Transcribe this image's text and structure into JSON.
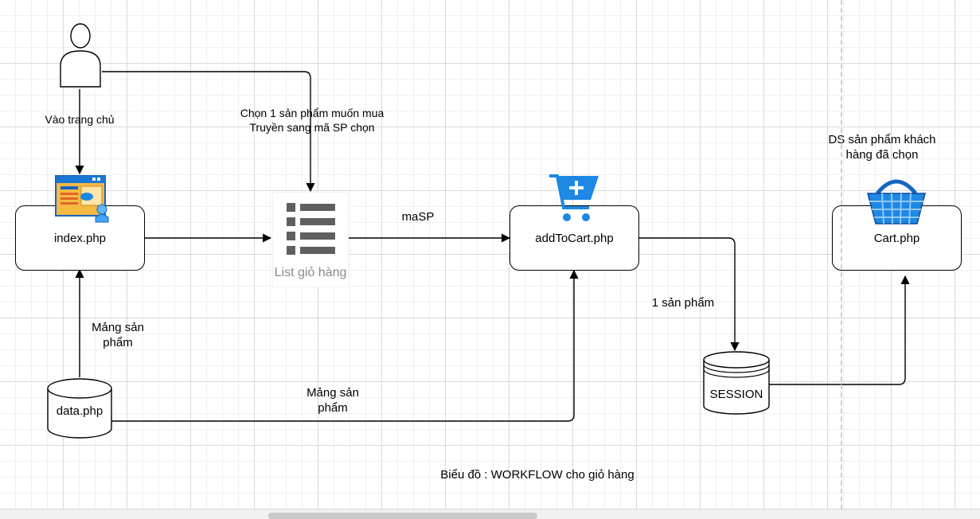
{
  "diagram": {
    "title": "Biểu đồ : WORKFLOW cho giỏ hàng",
    "nodes": {
      "actor": {
        "icon": "user-actor-icon"
      },
      "index": {
        "label": "index.php",
        "icon": "web-page-icon"
      },
      "list": {
        "label": "List giỏ hàng",
        "icon": "list-icon"
      },
      "add_to_cart": {
        "label": "addToCart.php",
        "icon": "cart-add-icon"
      },
      "cart": {
        "label": "Cart.php",
        "icon": "shopping-basket-icon"
      },
      "data": {
        "label": "data.php"
      },
      "session": {
        "label": "SESSION"
      }
    },
    "edges": {
      "actor_to_index": "Vào trang chủ",
      "actor_to_list_line1": "Chọn 1 sản phẩm muốn mua",
      "actor_to_list_line2": "Truyền sang mã SP chọn",
      "list_to_addtocart": "maSP",
      "data_to_index_line1": "Mảng sản",
      "data_to_index_line2": "phẩm",
      "data_to_addtocart_line1": "Mảng sản",
      "data_to_addtocart_line2": "phẩm",
      "addtocart_to_session": "1 sản phẩm",
      "cart_note_line1": "DS sản phẩm khách",
      "cart_note_line2": "hàng đã chọn"
    }
  },
  "colors": {
    "stroke": "#000000",
    "cart_blue": "#1e88e5",
    "list_gray": "#5f5f5f",
    "grid": "#d9d9d9"
  }
}
